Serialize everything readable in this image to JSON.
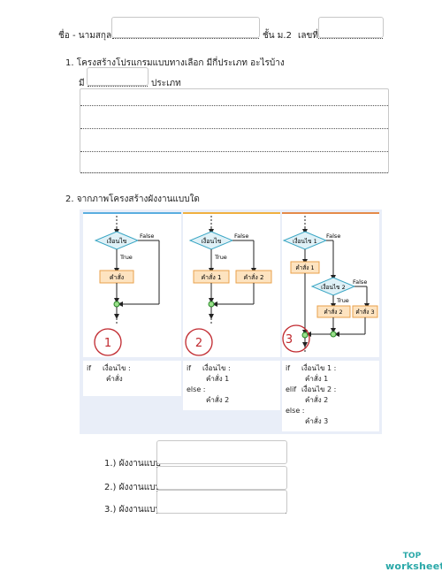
{
  "header": {
    "name_label": "ชื่อ - นามสกุล",
    "class_label": "ชั้น ม.2",
    "number_label": "เลขที่"
  },
  "question1": {
    "text": "1.  โครงสร้างโปรแกรมแบบทางเลือก มีกี่ประเภท อะไรบ้าง",
    "has_label": "มี",
    "type_label": "ประเภท"
  },
  "question2": {
    "text": "2.  จากภาพโครงสร้างผังงานแบบใด"
  },
  "flowcharts": {
    "panel1": {
      "condition": "เงื่อนไข",
      "false_label": "False",
      "true_label": "True",
      "command": "คำสั่ง",
      "circle": "1"
    },
    "panel2": {
      "condition": "เงื่อนไข",
      "false_label": "False",
      "true_label": "True",
      "command1": "คำสั่ง 1",
      "command2": "คำสั่ง 2",
      "circle": "2"
    },
    "panel3": {
      "condition1": "เงื่อนไข 1",
      "condition2": "เงื่อนไข 2",
      "false_label": "False",
      "true_label": "True",
      "command1": "คำสั่ง 1",
      "command2": "คำสั่ง 2",
      "command3": "คำสั่ง 3",
      "circle": "3"
    }
  },
  "code": {
    "panel1": {
      "line1_kw": "if",
      "line1": "เงื่อนไข :",
      "line2": "คำสั่ง"
    },
    "panel2": {
      "line1_kw": "if",
      "line1": "เงื่อนไข :",
      "line2": "คำสั่ง 1",
      "line3": "else :",
      "line4": "คำสั่ง 2"
    },
    "panel3": {
      "line1_kw": "if",
      "line1": "เงื่อนไข 1 :",
      "line2": "คำสั่ง 1",
      "line3_kw": "elif",
      "line3": "เงื่อนไข 2 :",
      "line4": "คำสั่ง 2",
      "line5": "else :",
      "line6": "คำสั่ง 3"
    }
  },
  "answers": [
    {
      "label": "1.) ผังงานแบบ"
    },
    {
      "label": "2.) ผังงานแบบ"
    },
    {
      "label": "3.) ผังงานแบบ"
    }
  ],
  "brand": {
    "top": "TOP",
    "bottom": "worksheets"
  },
  "colors": {
    "decision_fill": "#dff1f7",
    "decision_stroke": "#3aa6c4",
    "process_fill": "#fde3c0",
    "process_stroke": "#e9a24b",
    "circle_red": "#c0272d",
    "brand": "#2aa8a8",
    "panel1_top": "#5aaee0",
    "panel2_top": "#f0b040",
    "panel3_top": "#e58b4a"
  }
}
